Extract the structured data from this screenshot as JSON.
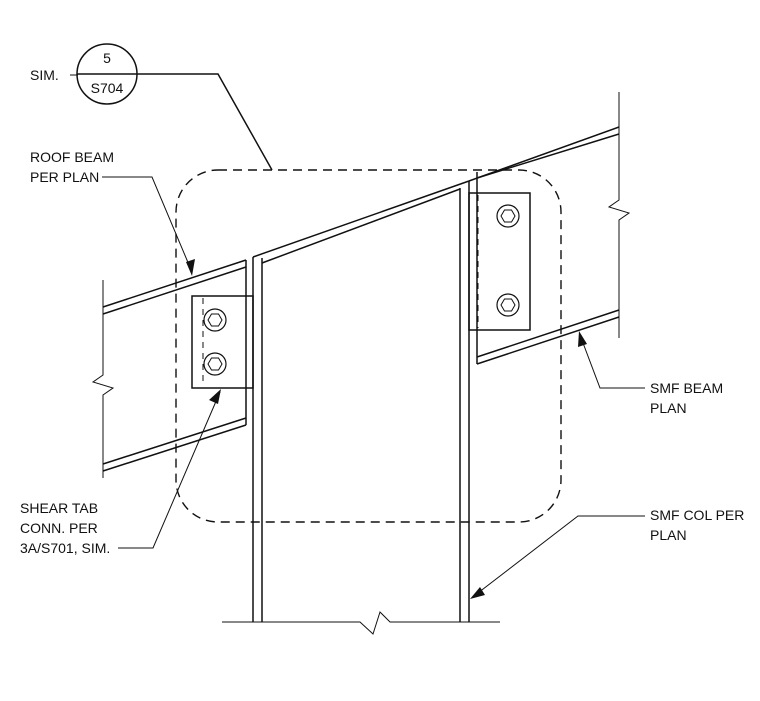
{
  "callout": {
    "prefix": "SIM.",
    "detail_number": "5",
    "sheet_number": "S704"
  },
  "labels": {
    "roof_beam": [
      "ROOF BEAM",
      "PER PLAN"
    ],
    "shear_tab": [
      "SHEAR TAB",
      "CONN. PER",
      "3A/S701, SIM."
    ],
    "smf_beam": [
      "SMF BEAM",
      "PLAN"
    ],
    "smf_col": [
      "SMF COL PER",
      "PLAN"
    ]
  }
}
